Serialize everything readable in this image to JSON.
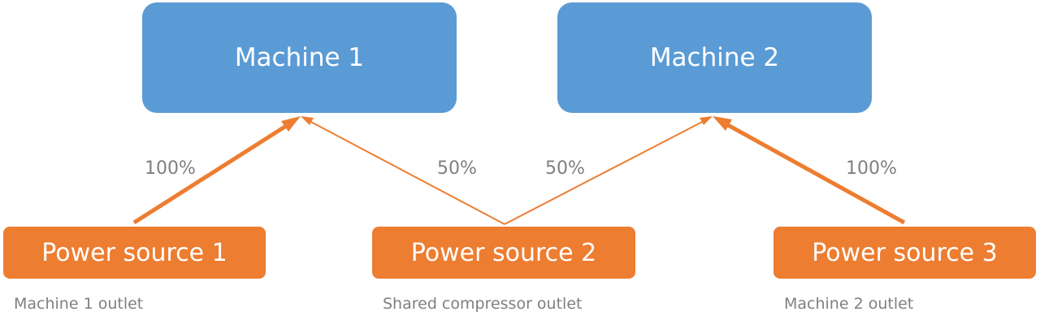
{
  "machines": {
    "m1": {
      "label": "Machine 1"
    },
    "m2": {
      "label": "Machine 2"
    }
  },
  "sources": {
    "s1": {
      "label": "Power source 1",
      "caption": "Machine 1 outlet"
    },
    "s2": {
      "label": "Power source 2",
      "caption": "Shared compressor outlet"
    },
    "s3": {
      "label": "Power source 3",
      "caption": "Machine 2 outlet"
    }
  },
  "edges": [
    {
      "from": "Power source 1",
      "to": "Machine 1",
      "label": "100%",
      "share": 100
    },
    {
      "from": "Power source 2",
      "to": "Machine 1",
      "label": "50%",
      "share": 50
    },
    {
      "from": "Power source 2",
      "to": "Machine 2",
      "label": "50%",
      "share": 50
    },
    {
      "from": "Power source 3",
      "to": "Machine 2",
      "label": "100%",
      "share": 100
    }
  ],
  "colors": {
    "machine_fill": "#5b9bd5",
    "source_fill": "#ed7d31",
    "arrow": "#ed7d31",
    "label_text": "#7f7f7f"
  }
}
